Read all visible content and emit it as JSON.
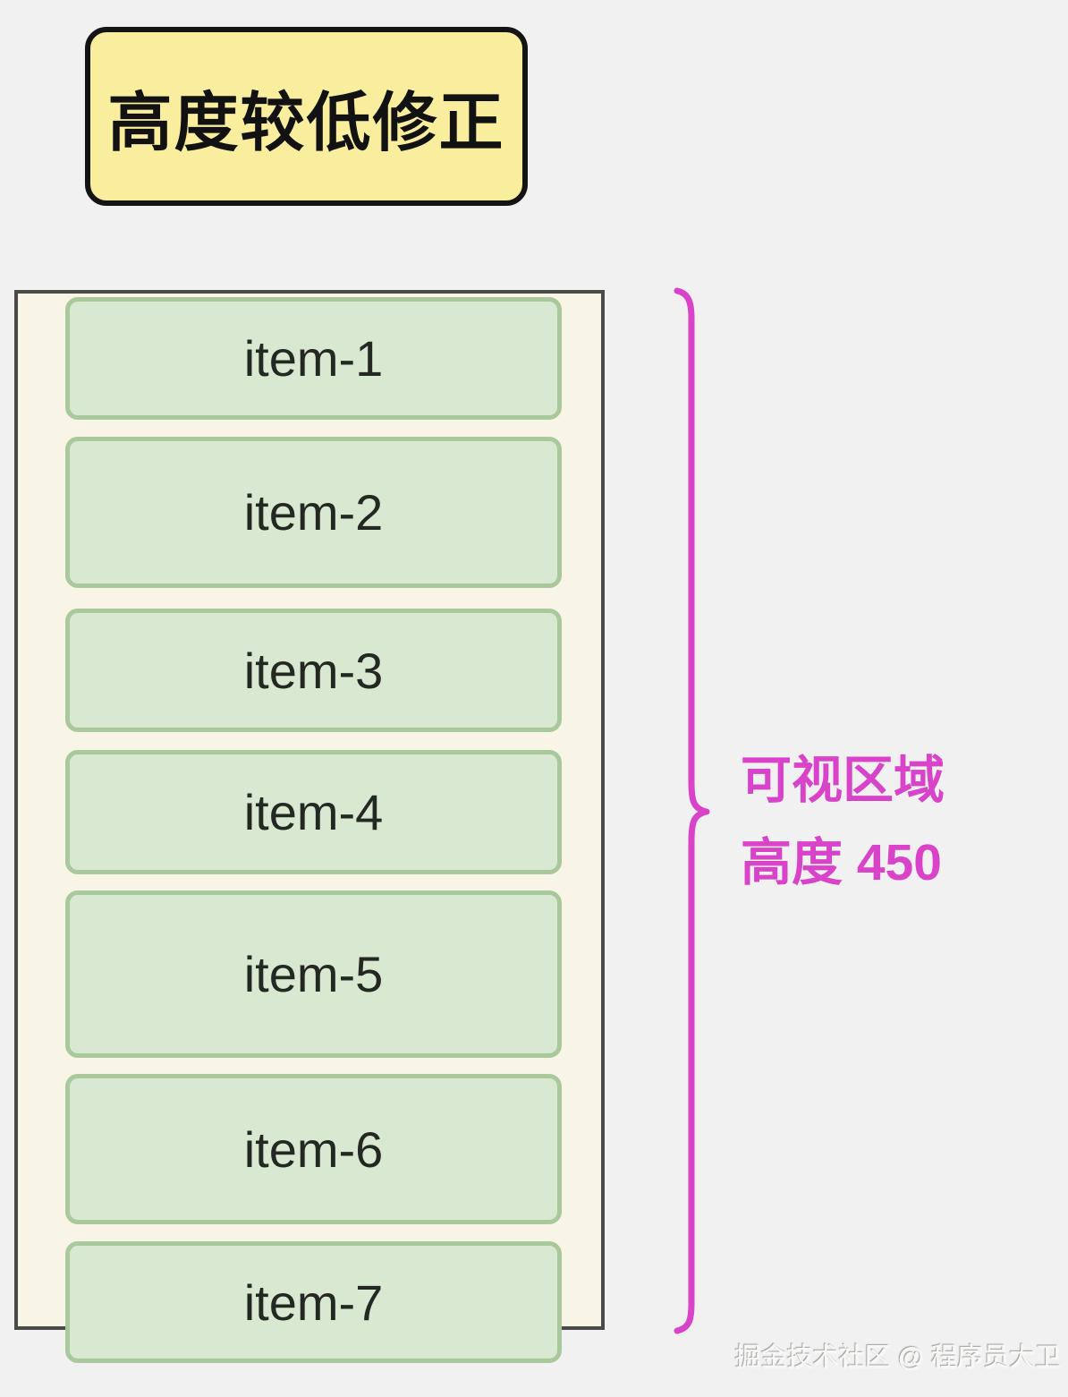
{
  "title": "高度较低修正",
  "list": {
    "items": [
      {
        "label": "item-1"
      },
      {
        "label": "item-2"
      },
      {
        "label": "item-3"
      },
      {
        "label": "item-4"
      },
      {
        "label": "item-5"
      },
      {
        "label": "item-6"
      },
      {
        "label": "item-7"
      }
    ]
  },
  "annotation": {
    "line1": "可视区域",
    "line2": "高度 450",
    "viewport_height_value": "450"
  },
  "watermark": "掘金技术社区 @ 程序员大卫",
  "colors": {
    "accent_magenta": "#d843c9",
    "title_bg": "#f9ee9d",
    "title_border": "#141414",
    "viewport_bg": "#f8f5e6",
    "viewport_border": "#4a4a48",
    "item_bg": "#d8e8d1",
    "item_border": "#a9c89b",
    "page_bg": "#f1f1f2"
  }
}
